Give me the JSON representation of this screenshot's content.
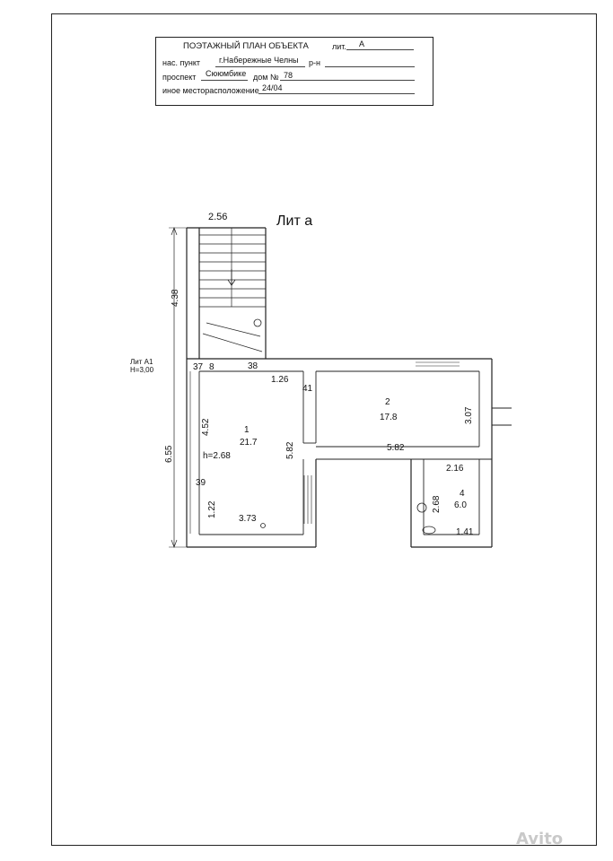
{
  "title_block": {
    "heading": "ПОЭТАЖНЫЙ ПЛАН ОБЪЕКТА",
    "lit_label": "лит.",
    "lit_value": "А",
    "settlement_label": "нас. пункт",
    "settlement_value": "г.Набережные Челны",
    "district_label": "р-н",
    "street_label": "проспект",
    "street_value": "Сююмбике",
    "house_label": "дом №",
    "house_value": "78",
    "other_label": "иное месторасположение",
    "other_value": "24/04"
  },
  "plan": {
    "title": "Лит а",
    "side_note_1": "Лит А1",
    "side_note_2": "H=3,00",
    "dimensions": {
      "stair_width": "2.56",
      "stair_length": "4.38",
      "total_height": "6.55",
      "d37": "37",
      "d8": "8",
      "d38": "38",
      "d126": "1.26",
      "d41": "41",
      "d452": "4.52",
      "d582v": "5.82",
      "d582h": "5.82",
      "d307": "3.07",
      "d39": "39",
      "d122": "1.22",
      "d373": "3.73",
      "d216": "2.16",
      "d268": "2.68",
      "d141": "1.41",
      "h268": "h=2.68"
    },
    "rooms": [
      {
        "number": "1",
        "area": "21.7"
      },
      {
        "number": "2",
        "area": "17.8"
      },
      {
        "number": "4",
        "area": "6.0"
      }
    ]
  },
  "watermark": "Avito"
}
